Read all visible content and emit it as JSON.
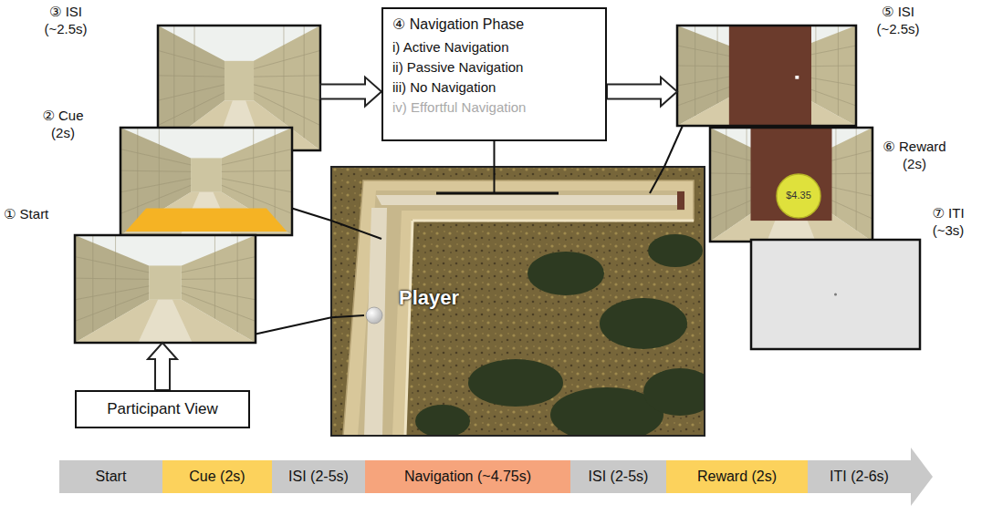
{
  "diagram": {
    "nodes": [
      {
        "text": [
          "① Start"
        ]
      },
      {
        "text": [
          "② Cue (2s)"
        ]
      },
      {
        "text": [
          "③ ISI (~2.5s)"
        ]
      },
      {
        "text": [
          "④ Navigation Phase",
          "i) Active Navigation",
          "ii) Passive Navigation",
          "iii) No Navigation",
          "iv) Effortful Navigation"
        ]
      },
      {
        "text": [
          "Player"
        ]
      },
      {
        "text": [
          "⑤ ISI (~2.5s)"
        ]
      },
      {
        "text": [
          "⑥ Reward (2s)",
          "$4.35"
        ]
      },
      {
        "text": [
          "⑦ ITI (~3s)"
        ]
      },
      {
        "text": [
          "Participant View"
        ]
      },
      {
        "text": [
          "Start"
        ]
      },
      {
        "text": [
          "Cue (2s)"
        ]
      },
      {
        "text": [
          "ISI (2-5s)"
        ]
      },
      {
        "text": [
          "Navigation (~4.75s)"
        ]
      },
      {
        "text": [
          "ISI (2-5s)"
        ]
      },
      {
        "text": [
          "Reward (2s)"
        ]
      },
      {
        "text": [
          "ITI (2-6s)"
        ]
      }
    ],
    "edges": [
      {
        "from": 2,
        "to": 3,
        "arrow": "to"
      },
      {
        "from": 3,
        "to": 5,
        "arrow": "to"
      },
      {
        "from": 8,
        "to": 0,
        "arrow": "to"
      },
      {
        "from": 0,
        "to": 4,
        "arrow": "none"
      },
      {
        "from": 1,
        "to": 4,
        "arrow": "none"
      },
      {
        "from": 3,
        "to": 4,
        "arrow": "none"
      },
      {
        "from": 5,
        "to": 4,
        "arrow": "none"
      }
    ]
  }
}
